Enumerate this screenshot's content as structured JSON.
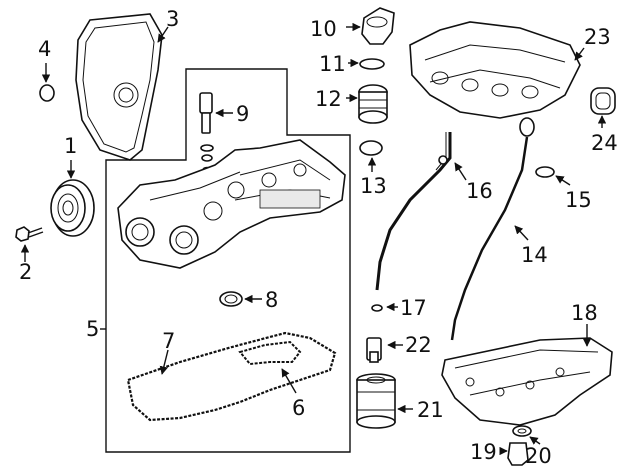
{
  "diagram": {
    "callouts": [
      "1",
      "2",
      "3",
      "4",
      "5",
      "6",
      "7",
      "8",
      "9",
      "10",
      "11",
      "12",
      "13",
      "14",
      "15",
      "16",
      "17",
      "18",
      "19",
      "20",
      "21",
      "22",
      "23",
      "24"
    ]
  }
}
